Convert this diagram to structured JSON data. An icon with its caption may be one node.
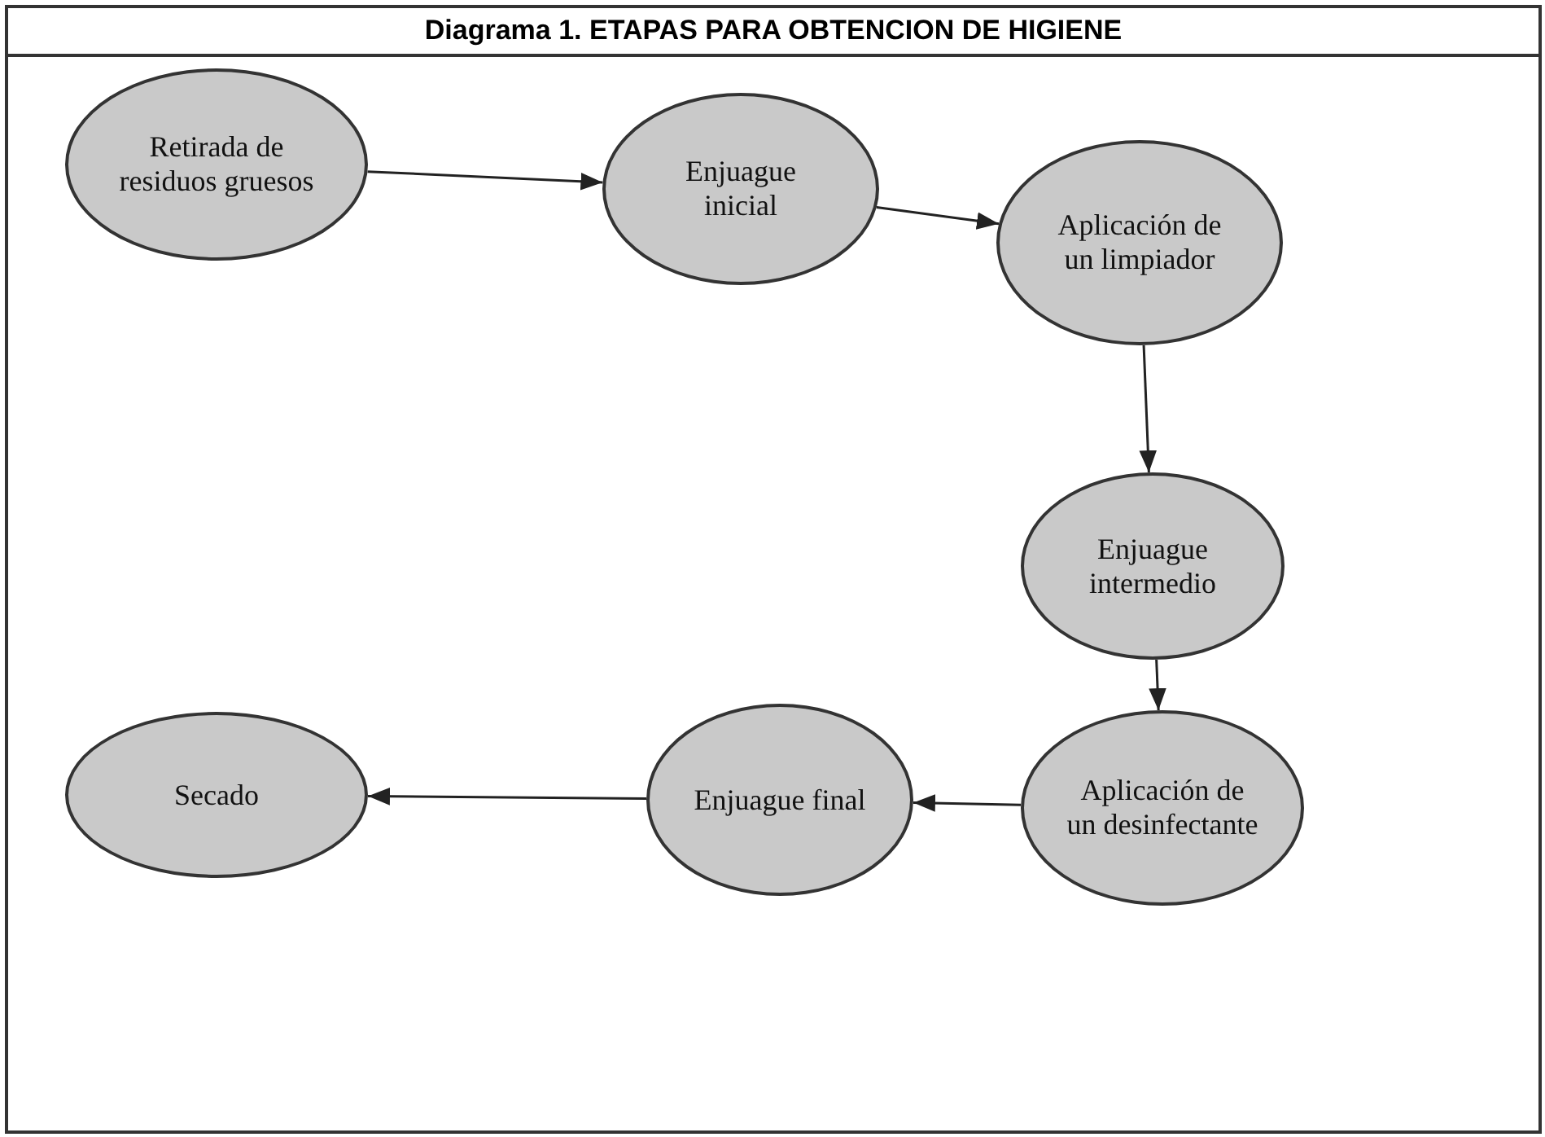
{
  "diagram": {
    "title": "Diagrama 1. ETAPAS PARA OBTENCION DE HIGIENE",
    "nodes": [
      {
        "text": [
          "Retirada de residuos gruesos"
        ]
      },
      {
        "text": [
          "Enjuague inicial"
        ]
      },
      {
        "text": [
          "Aplicación de un limpiador"
        ]
      },
      {
        "text": [
          "Enjuague intermedio"
        ]
      },
      {
        "text": [
          "Aplicación de un desinfectante"
        ]
      },
      {
        "text": [
          "Enjuague final"
        ]
      },
      {
        "text": [
          "Secado"
        ]
      }
    ],
    "edges": [
      {
        "from": 0,
        "to": 1,
        "arrow": "to"
      },
      {
        "from": 1,
        "to": 2,
        "arrow": "to"
      },
      {
        "from": 2,
        "to": 3,
        "arrow": "to"
      },
      {
        "from": 3,
        "to": 4,
        "arrow": "to"
      },
      {
        "from": 4,
        "to": 5,
        "arrow": "to"
      },
      {
        "from": 5,
        "to": 6,
        "arrow": "to"
      }
    ]
  }
}
